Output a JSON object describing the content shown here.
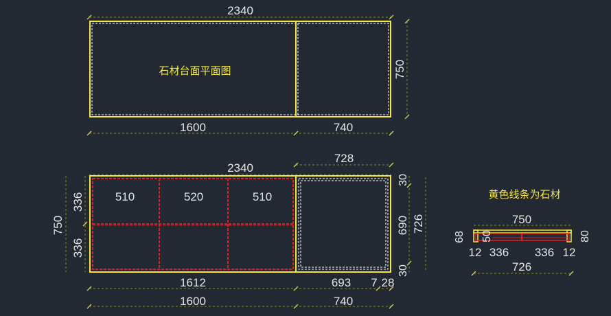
{
  "top_plan": {
    "title": "石材台面平面图",
    "overall_width": "2340",
    "depth": "750",
    "left_width": "1600",
    "right_width": "740"
  },
  "bottom_plan": {
    "overall_width": "2340",
    "right_top": "728",
    "left_depth": "750",
    "left_upper": "336",
    "left_lower": "336",
    "cell_widths": [
      "510",
      "520",
      "510"
    ],
    "right_dims": [
      "30",
      "690",
      "30"
    ],
    "right_total": "726",
    "inner_left": "1612",
    "inner_right": "693",
    "inner_gap": "7",
    "inner_end": "28",
    "outer_left": "1600",
    "outer_right": "740"
  },
  "section": {
    "note": "黄色线条为石材",
    "top_width": "750",
    "left_height": "68",
    "inner_height": "50",
    "right_height": "80",
    "edge_left": "12",
    "span_left": "336",
    "span_right": "336",
    "edge_right": "12",
    "bottom_width": "726"
  },
  "colors": {
    "background": "#222933",
    "stone": "#f5e642",
    "frame": "#e02020",
    "text": "#e6e6e6"
  }
}
